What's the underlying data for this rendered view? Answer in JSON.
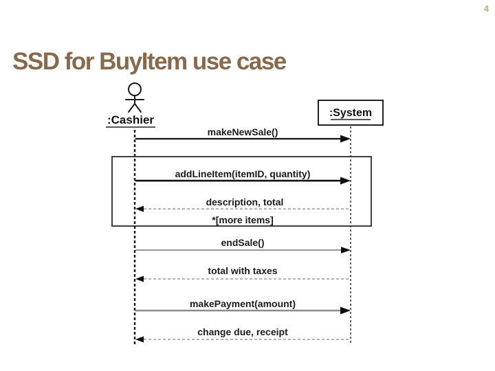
{
  "page": {
    "title": "SSD for BuyItem use case",
    "number": "4"
  },
  "theme": {
    "title_color": "#876a4e",
    "page_number_color": "#b9b183",
    "ink": "#1a1a1a",
    "gray_line": "#8a8a8a",
    "return_dash": "#999999"
  },
  "diagram": {
    "type": "uml-system-sequence-diagram",
    "actor": {
      "label": ":Cashier",
      "icon": "stick-figure-actor-icon"
    },
    "system": {
      "label": ":System"
    },
    "frame": {
      "contains": [
        "addLineItem(itemID, quantity)",
        "description, total",
        "*[more items]"
      ]
    },
    "messages": [
      {
        "label": "makeNewSale()",
        "kind": "call",
        "from": ":Cashier",
        "to": ":System"
      },
      {
        "label": "addLineItem(itemID, quantity)",
        "kind": "call",
        "from": ":Cashier",
        "to": ":System"
      },
      {
        "label": "description, total",
        "kind": "return",
        "from": ":System",
        "to": ":Cashier"
      },
      {
        "label": "*[more items]",
        "kind": "iteration-note"
      },
      {
        "label": "endSale()",
        "kind": "call",
        "from": ":Cashier",
        "to": ":System"
      },
      {
        "label": "total with taxes",
        "kind": "return",
        "from": ":System",
        "to": ":Cashier"
      },
      {
        "label": "makePayment(amount)",
        "kind": "call",
        "from": ":Cashier",
        "to": ":System"
      },
      {
        "label": "change due, receipt",
        "kind": "return",
        "from": ":System",
        "to": ":Cashier"
      }
    ]
  }
}
